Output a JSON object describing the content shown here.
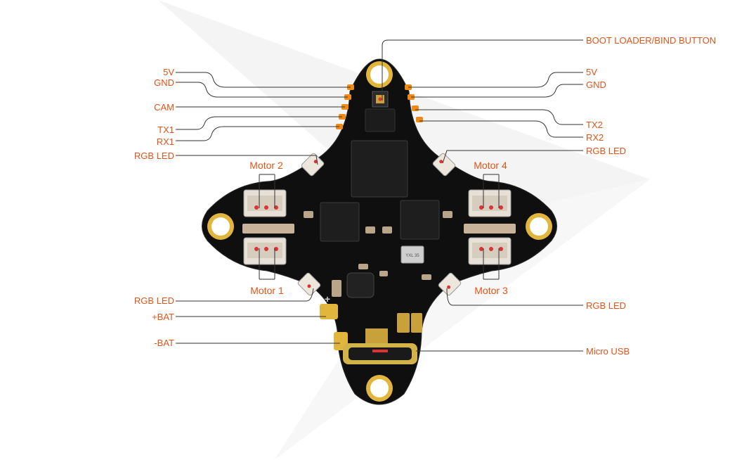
{
  "colors": {
    "label": "#e0541a",
    "leader": "#333333",
    "board": "#0f0f0f",
    "gold": "#e2b63c",
    "pad": "#f08a17"
  },
  "labels": {
    "boot_loader": "BOOT LOADER/BIND BUTTON",
    "left_5v": "5V",
    "left_gnd": "GND",
    "cam": "CAM",
    "tx1": "TX1",
    "rx1": "RX1",
    "rgb_led_top_left": "RGB LED",
    "right_5v": "5V",
    "right_gnd": "GND",
    "tx2": "TX2",
    "rx2": "RX2",
    "rgb_led_top_right": "RGB LED",
    "rgb_led_bottom_left": "RGB LED",
    "plus_bat": "+BAT",
    "minus_bat": "-BAT",
    "rgb_led_bottom_right": "RGB LED",
    "micro_usb": "Micro USB"
  },
  "motors": {
    "motor_1": "Motor 1",
    "motor_2": "Motor 2",
    "motor_3": "Motor 3",
    "motor_4": "Motor 4"
  },
  "board_marks": {
    "plus_sign": "+",
    "crystal_text": "YXL 35"
  }
}
